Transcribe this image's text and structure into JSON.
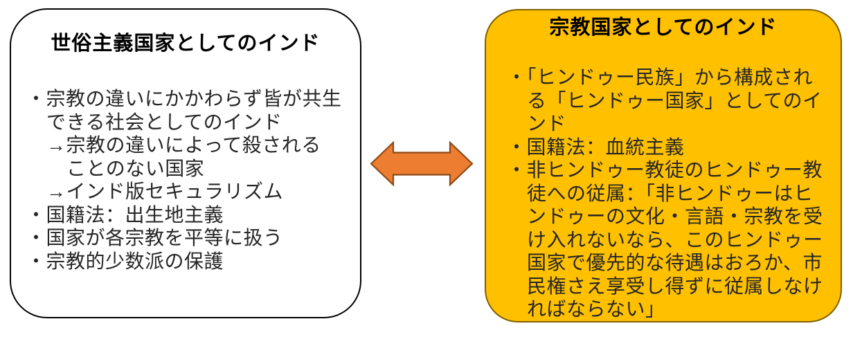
{
  "colors": {
    "page-bg": "#ffffff",
    "left-fill": "#ffffff",
    "left-border": "#000000",
    "right-fill": "#FFC000",
    "right-border": "#7F6000",
    "arrow-fill": "#ED7D31",
    "arrow-stroke": "#8C4A17",
    "title-color": "#000000",
    "body-color": "#262626"
  },
  "left_box": {
    "title": "世俗主義国家としてのインド",
    "lines": [
      {
        "indent": 0,
        "text": "・宗教の違いにかかわらず皆が共生"
      },
      {
        "indent": 1,
        "text": "できる社会としてのインド"
      },
      {
        "indent": 1,
        "text": "→宗教の違いによって殺される"
      },
      {
        "indent": 2,
        "text": "ことのない国家"
      },
      {
        "indent": 1,
        "text": "→インド版セキュラリズム"
      },
      {
        "indent": 0,
        "text": "・国籍法：出生地主義"
      },
      {
        "indent": 0,
        "text": "・国家が各宗教を平等に扱う"
      },
      {
        "indent": 0,
        "text": "・宗教的少数派の保護"
      }
    ]
  },
  "right_box": {
    "title": "宗教国家としてのインド",
    "lines": [
      {
        "indent": 0,
        "text": "・「ヒンドゥー民族」から構成され"
      },
      {
        "indent": 1,
        "text": "る「ヒンドゥー国家」としてのイ"
      },
      {
        "indent": 1,
        "text": "ンド"
      },
      {
        "indent": 0,
        "text": "・国籍法：血統主義"
      },
      {
        "indent": 0,
        "text": "・非ヒンドゥー教徒のヒンドゥー教"
      },
      {
        "indent": 1,
        "text": "徒への従属：「非ヒンドゥーはヒ"
      },
      {
        "indent": 1,
        "text": "ンドゥーの文化・言語・宗教を受"
      },
      {
        "indent": 1,
        "text": "け入れないなら、このヒンドゥー"
      },
      {
        "indent": 1,
        "text": "国家で優先的な待遇はおろか、市"
      },
      {
        "indent": 1,
        "text": "民権さえ享受し得ずに従属しなけ"
      },
      {
        "indent": 1,
        "text": "ればならない」"
      }
    ]
  },
  "arrow": {
    "name": "double-headed-arrow",
    "direction": "horizontal-both"
  }
}
